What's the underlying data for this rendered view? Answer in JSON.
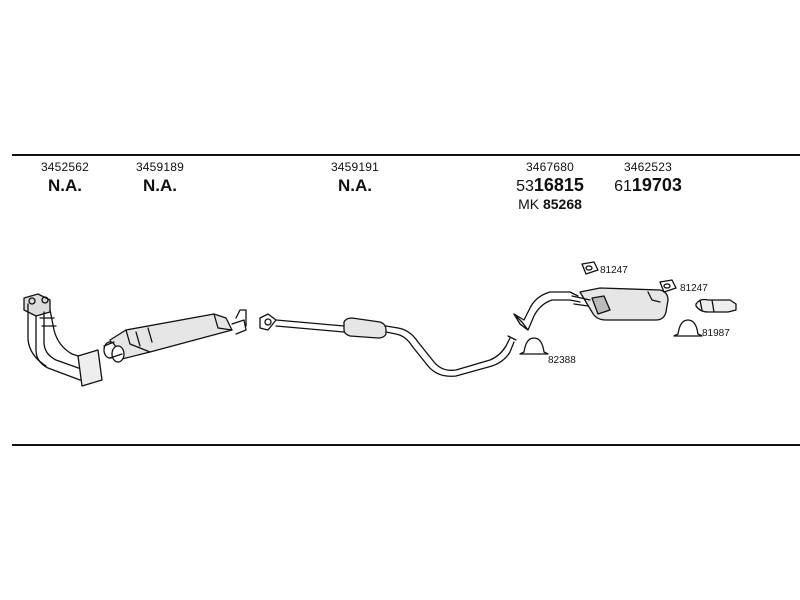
{
  "columns": [
    {
      "part_number": "3452562",
      "status": "N.A."
    },
    {
      "part_number": "3459189",
      "status": "N.A."
    },
    {
      "part_number": "3459191",
      "status": "N.A."
    },
    {
      "part_number": "3467680",
      "ref_prefix": "53",
      "ref_main": "16815",
      "alt_prefix": "MK",
      "alt_main": "85268"
    },
    {
      "part_number": "3462523",
      "ref_prefix": "61",
      "ref_main": "19703"
    }
  ],
  "callouts": {
    "mount_a": "81247",
    "mount_b": "81247",
    "clamp_rear": "81987",
    "clamp_mid": "82388"
  },
  "icons": {
    "manifold": "exhaust-manifold-icon",
    "front_pipe": "front-silencer-icon",
    "mid_pipe": "middle-pipe-icon",
    "tail_silencer": "rear-silencer-icon",
    "tailpipe": "tailpipe-icon"
  }
}
